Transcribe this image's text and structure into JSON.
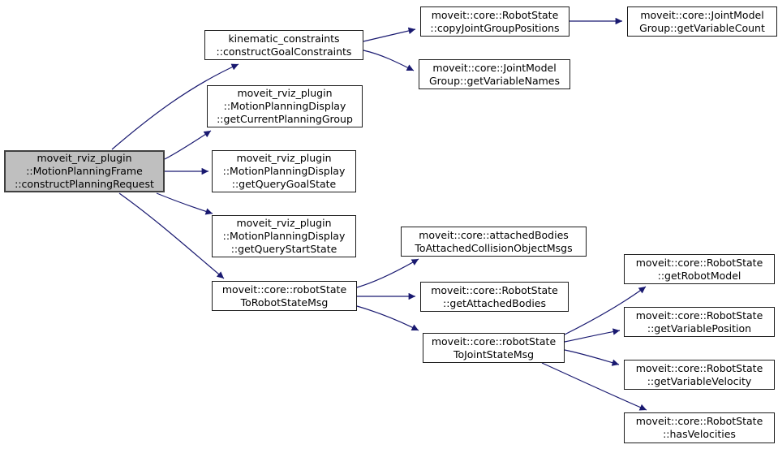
{
  "diagram": {
    "type": "call-graph",
    "background_color": "#ffffff",
    "edge_color": "#191970",
    "node_fill": "#ffffff",
    "node_border_color": "#1c1c1c",
    "root_node_fill": "#bfbfbf",
    "root_node_border_color": "#404040",
    "nodes": [
      {
        "id": "constructPlanningRequest",
        "is_root": true,
        "lines": [
          "moveit_rviz_plugin",
          "::MotionPlanningFrame",
          "::constructPlanningRequest"
        ]
      },
      {
        "id": "constructGoalConstraints",
        "is_root": false,
        "lines": [
          "kinematic_constraints",
          "::constructGoalConstraints"
        ]
      },
      {
        "id": "getCurrentPlanningGroup",
        "is_root": false,
        "lines": [
          "moveit_rviz_plugin",
          "::MotionPlanningDisplay",
          "::getCurrentPlanningGroup"
        ]
      },
      {
        "id": "getQueryGoalState",
        "is_root": false,
        "lines": [
          "moveit_rviz_plugin",
          "::MotionPlanningDisplay",
          "::getQueryGoalState"
        ]
      },
      {
        "id": "getQueryStartState",
        "is_root": false,
        "lines": [
          "moveit_rviz_plugin",
          "::MotionPlanningDisplay",
          "::getQueryStartState"
        ]
      },
      {
        "id": "robotStateToRobotStateMsg",
        "is_root": false,
        "lines": [
          "moveit::core::robotState",
          "ToRobotStateMsg"
        ]
      },
      {
        "id": "copyJointGroupPositions",
        "is_root": false,
        "lines": [
          "moveit::core::RobotState",
          "::copyJointGroupPositions"
        ]
      },
      {
        "id": "getVariableCount",
        "is_root": false,
        "lines": [
          "moveit::core::JointModel",
          "Group::getVariableCount"
        ]
      },
      {
        "id": "getVariableNames",
        "is_root": false,
        "lines": [
          "moveit::core::JointModel",
          "Group::getVariableNames"
        ]
      },
      {
        "id": "attachedBodiesToAttachedCollisionObjectMsgs",
        "is_root": false,
        "lines": [
          "moveit::core::attachedBodies",
          "ToAttachedCollisionObjectMsgs"
        ]
      },
      {
        "id": "getAttachedBodies",
        "is_root": false,
        "lines": [
          "moveit::core::RobotState",
          "::getAttachedBodies"
        ]
      },
      {
        "id": "robotStateToJointStateMsg",
        "is_root": false,
        "lines": [
          "moveit::core::robotState",
          "ToJointStateMsg"
        ]
      },
      {
        "id": "getRobotModel",
        "is_root": false,
        "lines": [
          "moveit::core::RobotState",
          "::getRobotModel"
        ]
      },
      {
        "id": "getVariablePosition",
        "is_root": false,
        "lines": [
          "moveit::core::RobotState",
          "::getVariablePosition"
        ]
      },
      {
        "id": "getVariableVelocity",
        "is_root": false,
        "lines": [
          "moveit::core::RobotState",
          "::getVariableVelocity"
        ]
      },
      {
        "id": "hasVelocities",
        "is_root": false,
        "lines": [
          "moveit::core::RobotState",
          "::hasVelocities"
        ]
      }
    ],
    "edges": [
      {
        "from": "constructPlanningRequest",
        "to": "constructGoalConstraints"
      },
      {
        "from": "constructPlanningRequest",
        "to": "getCurrentPlanningGroup"
      },
      {
        "from": "constructPlanningRequest",
        "to": "getQueryGoalState"
      },
      {
        "from": "constructPlanningRequest",
        "to": "getQueryStartState"
      },
      {
        "from": "constructPlanningRequest",
        "to": "robotStateToRobotStateMsg"
      },
      {
        "from": "constructGoalConstraints",
        "to": "copyJointGroupPositions"
      },
      {
        "from": "constructGoalConstraints",
        "to": "getVariableNames"
      },
      {
        "from": "copyJointGroupPositions",
        "to": "getVariableCount"
      },
      {
        "from": "robotStateToRobotStateMsg",
        "to": "attachedBodiesToAttachedCollisionObjectMsgs"
      },
      {
        "from": "robotStateToRobotStateMsg",
        "to": "getAttachedBodies"
      },
      {
        "from": "robotStateToRobotStateMsg",
        "to": "robotStateToJointStateMsg"
      },
      {
        "from": "robotStateToJointStateMsg",
        "to": "getRobotModel"
      },
      {
        "from": "robotStateToJointStateMsg",
        "to": "getVariablePosition"
      },
      {
        "from": "robotStateToJointStateMsg",
        "to": "getVariableVelocity"
      },
      {
        "from": "robotStateToJointStateMsg",
        "to": "hasVelocities"
      }
    ]
  }
}
